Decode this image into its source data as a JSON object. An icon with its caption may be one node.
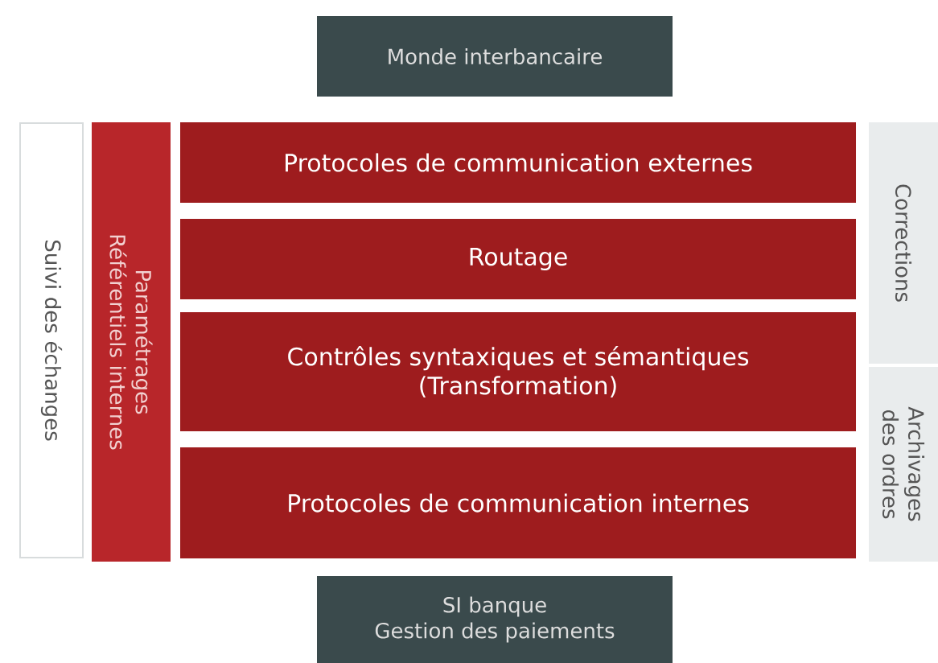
{
  "diagram": {
    "nodes": [
      {
        "text": [
          "Monde interbancaire"
        ]
      },
      {
        "text": [
          "Suivi des échanges"
        ]
      },
      {
        "text": [
          "Paramétrages",
          "Référentiels internes"
        ]
      },
      {
        "text": [
          "Protocoles de communication externes"
        ]
      },
      {
        "text": [
          "Routage"
        ]
      },
      {
        "text": [
          "Contrôles syntaxiques et sémantiques",
          "(Transformation)"
        ]
      },
      {
        "text": [
          "Protocoles de communication internes"
        ]
      },
      {
        "text": [
          "Corrections"
        ]
      },
      {
        "text": [
          "Archivages des ordres"
        ]
      },
      {
        "text": [
          "SI banque",
          "Gestion des paiements"
        ]
      }
    ]
  }
}
